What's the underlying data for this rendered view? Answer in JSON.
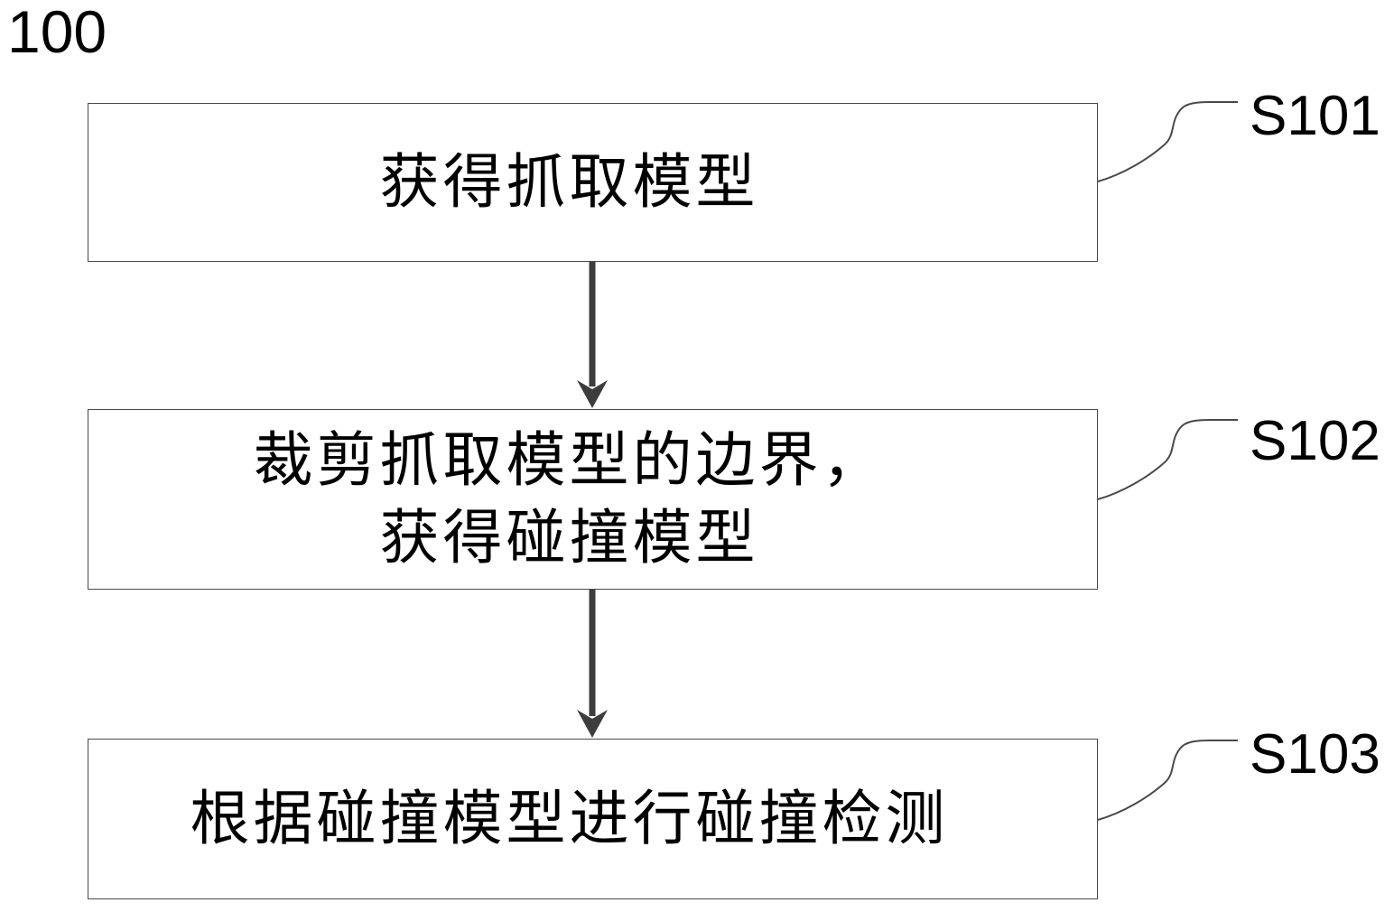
{
  "figure": {
    "reference_label": "100",
    "colors": {
      "background": "#ffffff",
      "box_border": "#4a4a4a",
      "connector_line": "#4a4a4a",
      "arrow": "#3d3d3d",
      "text": "#000000"
    },
    "steps": [
      {
        "label": "S101",
        "lines": [
          "获得抓取模型"
        ]
      },
      {
        "label": "S102",
        "lines": [
          "裁剪抓取模型的边界，",
          "获得碰撞模型"
        ]
      },
      {
        "label": "S103",
        "lines": [
          "根据碰撞模型进行碰撞检测"
        ]
      }
    ]
  }
}
